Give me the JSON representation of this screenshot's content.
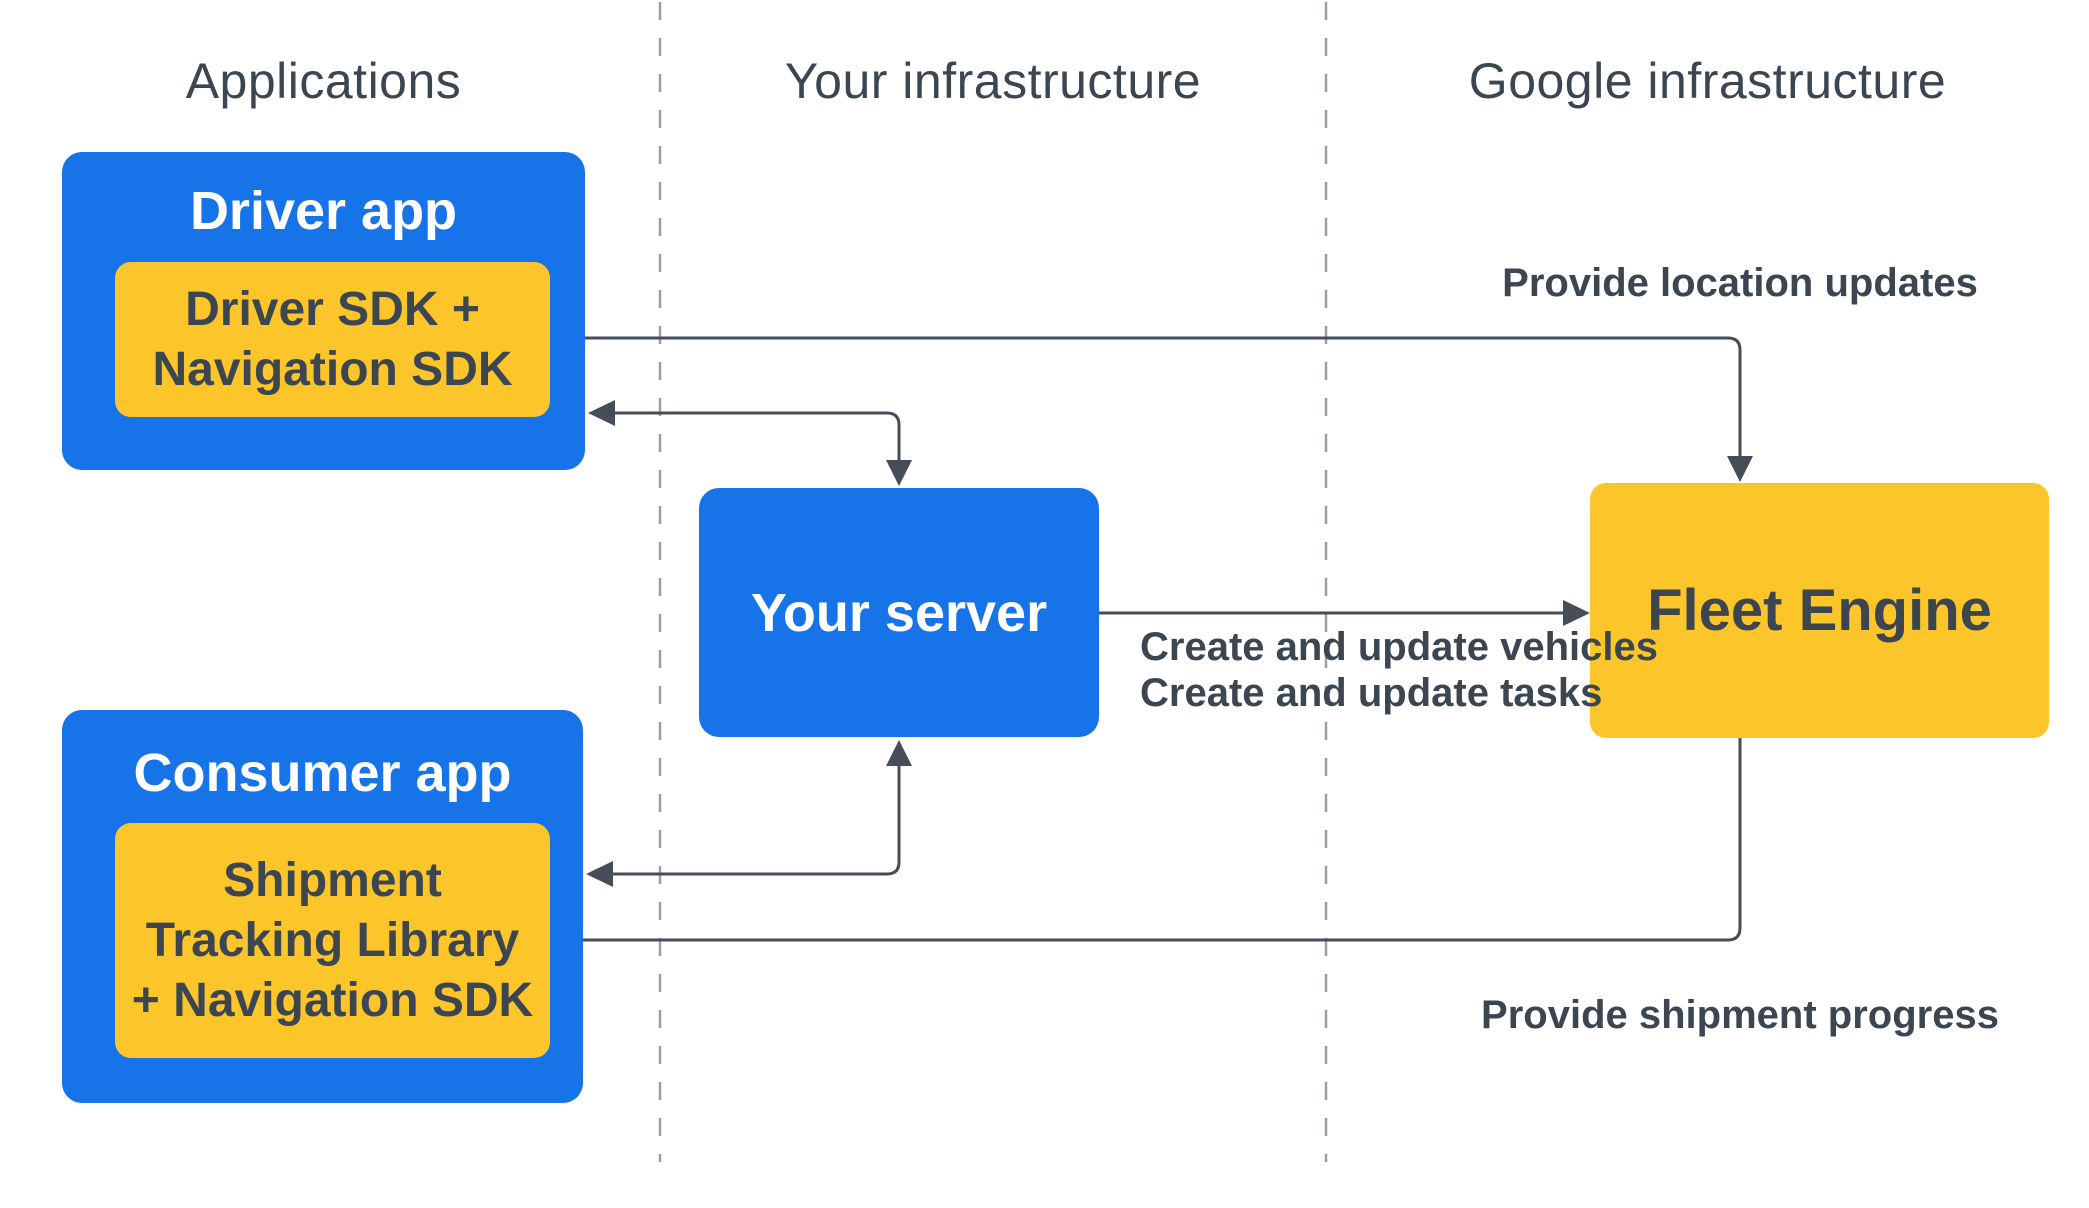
{
  "columns": [
    {
      "id": "applications",
      "label": "Applications"
    },
    {
      "id": "your-infrastructure",
      "label": "Your infrastructure"
    },
    {
      "id": "google-infrastructure",
      "label": "Google infrastructure"
    }
  ],
  "nodes": {
    "driver_app": {
      "title": "Driver app",
      "sdk_lines": [
        "Driver SDK +",
        "Navigation SDK"
      ]
    },
    "consumer_app": {
      "title": "Consumer app",
      "sdk_lines": [
        "Shipment",
        "Tracking Library",
        "+ Navigation SDK"
      ]
    },
    "your_server": {
      "title": "Your server"
    },
    "fleet_engine": {
      "title": "Fleet Engine"
    }
  },
  "arrow_labels": {
    "location_updates": "Provide location updates",
    "create_update_line1": "Create and update vehicles",
    "create_update_line2": "Create and update tasks",
    "shipment_progress": "Provide shipment progress"
  },
  "colors": {
    "blue": "#1773e8",
    "yellow": "#fcc62b",
    "ink": "#3c4651",
    "arrow": "#454d59",
    "dash": "#9aa0a6",
    "white": "#ffffff"
  }
}
